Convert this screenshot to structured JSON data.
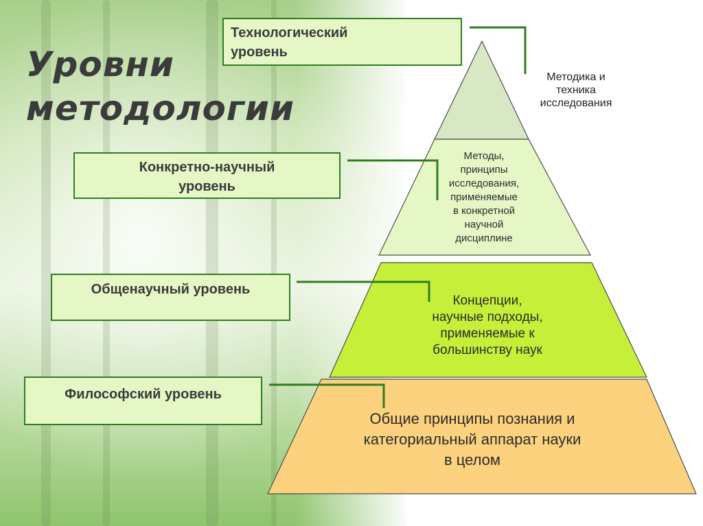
{
  "title": {
    "line1": "Уровни",
    "line2": "методологии"
  },
  "levels": [
    {
      "label_line1": "Технологический",
      "label_line2": "уровень",
      "description": [
        "Методика и",
        "техника",
        "исследования"
      ],
      "fill": "#d9e8c4"
    },
    {
      "label_line1": "Конкретно-научный",
      "label_line2": "уровень",
      "description": [
        "Методы,",
        "принципы",
        "исследования,",
        "применяемые",
        "в конкретной",
        "научной",
        "дисциплине"
      ],
      "fill": "#e6f7c6"
    },
    {
      "label_line1": "Общенаучный уровень",
      "description": [
        "Концепции,",
        "научные подходы,",
        "применяемые к",
        "большинству наук"
      ],
      "fill": "#c6ef3a"
    },
    {
      "label_line1": "Философский уровень",
      "description": [
        "Общие принципы познания и",
        "категориальный аппарат науки",
        "в целом"
      ],
      "fill": "#fcd27e"
    }
  ],
  "colors": {
    "connector": "#2f7d1f",
    "box_border": "#2f7d1f",
    "box_fill": "#e6f7c6",
    "pyramid_outline": "#4d4d4d"
  }
}
